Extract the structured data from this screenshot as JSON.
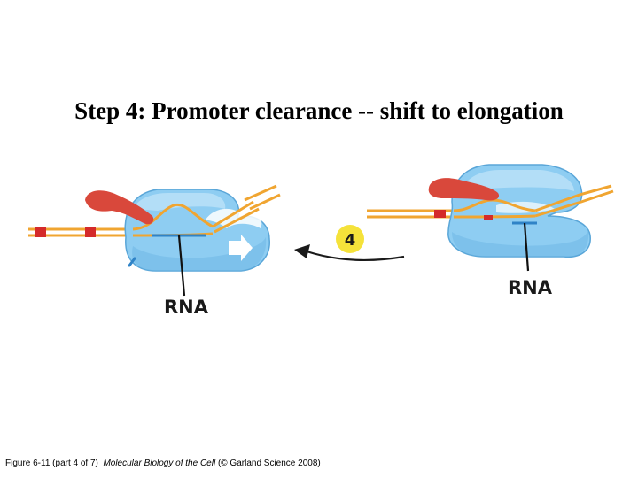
{
  "title": "Step 4: Promoter clearance -- shift to elongation",
  "diagram": {
    "left_label": "RNA",
    "right_label": "RNA",
    "step_number": "4"
  },
  "caption": {
    "prefix": "Figure 6-11 (part 4 of 7)",
    "book": "Molecular Biology of the Cell",
    "suffix": "(© Garland Science 2008)"
  },
  "colors": {
    "polymerase": "#8ecdf2",
    "polymerase_dark": "#5aa6d8",
    "dna": "#f0a531",
    "promoter_mark": "#d42a2a",
    "sigma_factor": "#d9483b",
    "step_badge": "#f5e23a"
  }
}
